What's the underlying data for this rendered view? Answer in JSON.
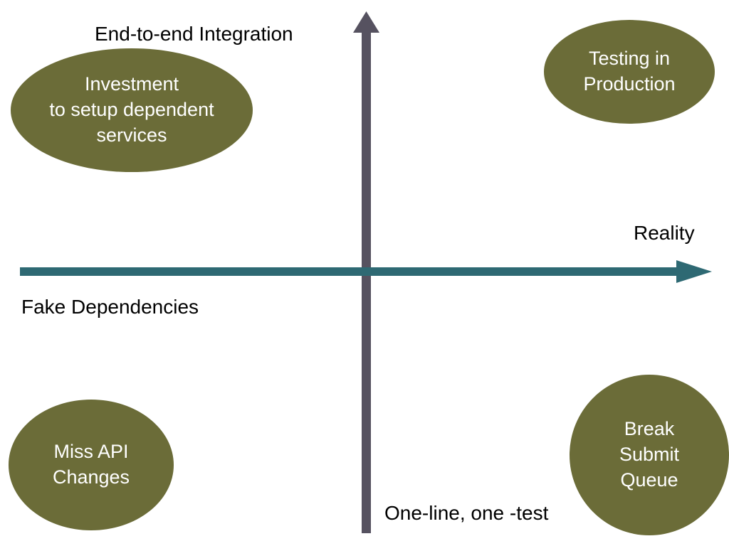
{
  "colors": {
    "ellipse": "#6b6c38",
    "vertical_axis": "#565260",
    "horizontal_axis": "#2e6973",
    "label_text": "#000000",
    "ellipse_text": "#ffffff"
  },
  "axis_labels": {
    "top": "End-to-end Integration",
    "right": "Reality",
    "left": "Fake Dependencies",
    "bottom": "One-line, one -test"
  },
  "ellipses": {
    "top_left": {
      "lines": [
        "Investment",
        "to setup dependent",
        "services"
      ]
    },
    "top_right": {
      "lines": [
        "Testing in",
        "Production"
      ]
    },
    "bottom_left": {
      "lines": [
        "Miss API",
        "Changes"
      ]
    },
    "bottom_right": {
      "lines": [
        "Break",
        "Submit",
        "Queue"
      ]
    }
  }
}
